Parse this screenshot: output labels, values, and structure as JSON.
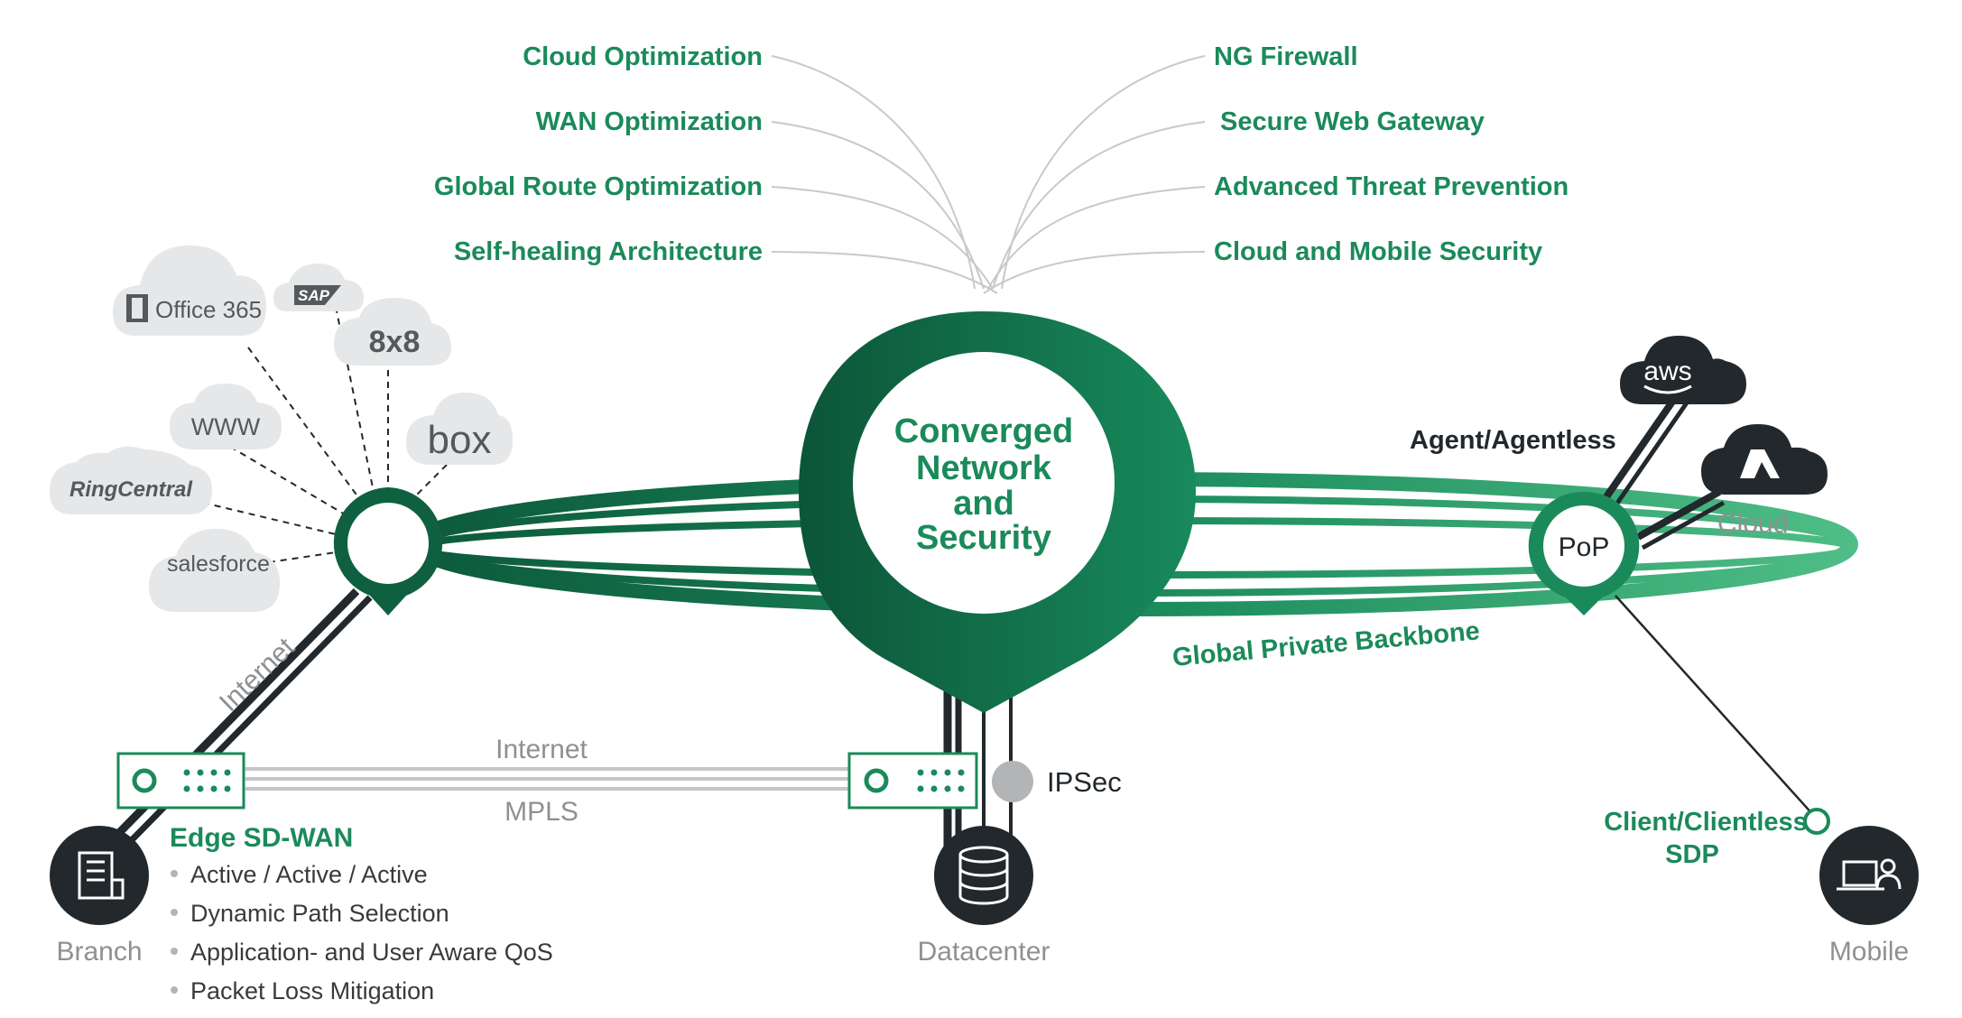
{
  "colors": {
    "green": "#1b8a5a",
    "dark_green": "#0f6040",
    "light_green": "#47b880",
    "dark": "#22282c",
    "grey_cloud": "#e6e7e8",
    "grey_text": "#8e9093"
  },
  "features_left": [
    "Cloud Optimization",
    "WAN Optimization",
    "Global Route Optimization",
    "Self-healing Architecture"
  ],
  "features_right": [
    "NG Firewall",
    "Secure Web Gateway",
    "Advanced Threat Prevention",
    "Cloud and Mobile Security"
  ],
  "center": {
    "lines": [
      "Converged",
      "Network",
      "and",
      "Security"
    ]
  },
  "clouds": {
    "office": "Office 365",
    "sap": "SAP",
    "eight": "8x8",
    "www": "WWW",
    "box": "box",
    "ringcentral": "RingCentral",
    "salesforce": "salesforce"
  },
  "labels": {
    "backbone": "Global Private Backbone",
    "agent": "Agent/Agentless",
    "pop": "PoP",
    "aws": "aws",
    "cloud": "Cloud",
    "internet_diag": "Internet",
    "internet_link": "Internet",
    "mpls": "MPLS",
    "ipsec": "IPSec",
    "edge_title": "Edge SD-WAN",
    "branch": "Branch",
    "datacenter": "Datacenter",
    "mobile": "Mobile",
    "client_line1": "Client/Clientless",
    "client_line2": "SDP"
  },
  "edge_bullets": [
    "Active / Active / Active",
    "Dynamic Path Selection",
    "Application- and User Aware QoS",
    "Packet Loss Mitigation"
  ],
  "icons": {
    "branch": "building-icon",
    "datacenter": "database-icon",
    "mobile": "laptop-user-icon",
    "azure": "azure-icon",
    "aws": "aws-smile-icon",
    "office": "office-logo-icon"
  }
}
